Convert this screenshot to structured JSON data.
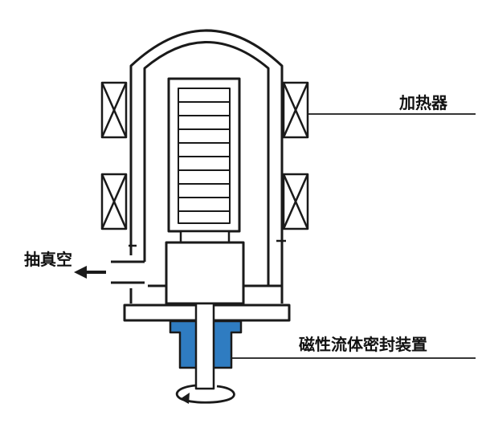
{
  "labels": {
    "heater": "加热器",
    "vacuum": "抽真空",
    "seal": "磁性流体密封装置"
  },
  "colors": {
    "line": "#1a1a1a",
    "seal_fill": "#2f7cc1",
    "background": "#ffffff"
  },
  "icons": {
    "heater_coil": "heater-coil-icon",
    "rotation": "rotation-arrow-icon",
    "exhaust": "exhaust-arrow-icon"
  }
}
